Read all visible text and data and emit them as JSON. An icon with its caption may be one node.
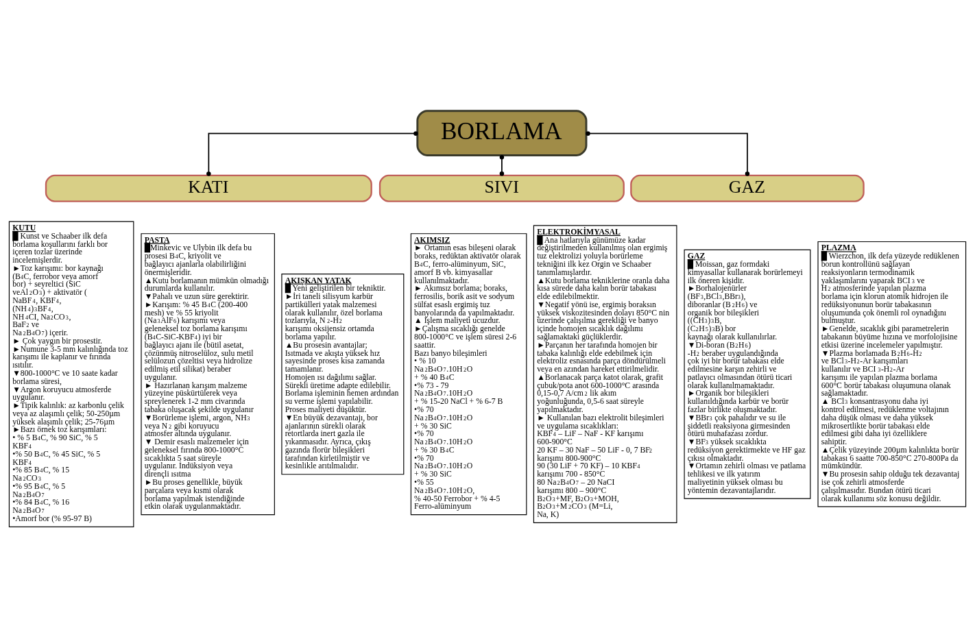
{
  "diagram": {
    "nodes": [
      {
        "text": [
          "BORLAMA"
        ]
      },
      {
        "text": [
          "KATI"
        ]
      },
      {
        "text": [
          "SIVI"
        ]
      },
      {
        "text": [
          "GAZ"
        ]
      },
      {
        "text": [
          "KUTU",
          "█ Kunst ve Schaaber ilk defa borlama koşullarını farklı bor içeren tozlar üzerinde incelemişlerdir.",
          "►Toz karışımı: bor kaynağı (B$_{4}$C, ferrobor veya amorf bor) + seyreltici (SiC veAl$_{2}$O$_{3}$) + aktivatör ( NaBF$_{4}$, KBF$_{4}$, (NH$_{4}$)$_{3}$BF$_{4}$, NH$_{4}$CI, Na$_{2}$CO$_{3}$, BaF$_{2}$ ve Na$_{2}$B$_{4}$O$_{7}$) içerir.",
          "► Çok yaygın bir prosestir.",
          "►Numune 3-5 mm kalınlığında toz karışımı ile kaplanır ve fırında ısıtılır.",
          "▼800-1000°C ve 10 saate kadar borlama süresi,",
          "▼Argon koruyucu atmosferde uygulanır.",
          "►Tipik kalınlık: az karbonlu çelik veya az alaşımlı çelik; 50-250µm yüksek alaşımlı çelik; 25-76µm",
          "►Bazı örnek toz karışımları:",
          "• % 5 B$_{4}$C, % 90 SiC, % 5 KBF$_{4}$",
          "•% 50 B$_{4}$C, % 45 SiC, % 5 KBF$_{4}$",
          "•% 85 B$_{4}$C, % 15 Na$_{2}$CO$_{3}$",
          "•% 95 B$_{4}$C, % 5 Na$_{2}$B$_{4}$O$_{7}$",
          "•% 84 B$_{4}$C, % 16 Na$_{2}$B$_{4}$O$_{7}$",
          "•Amorf bor (% 95-97 B)"
        ]
      },
      {
        "text": [
          "PASTA",
          "█Minkevic ve Ulybin ilk defa bu prosesi B$_{4}$C, kriyolit ve bağlayıcı ajanlarla olabilirliğini önermişleridir.",
          "▲Kutu borlamanın mümkün olmadığı durumlarda kullanılır.",
          "▼Pahalı ve uzun süre gerektirir.",
          "►Karışım: % 45 B$_{4}$C (200-400 mesh) ve % 55 kriyolit (Na$_{3}$AlF$_{6}$) karışımı veya geleneksel toz borlama karışımı (B$_{4}$C-SiC-KBF$_{4}$) iyi bir bağlayıcı ajanı ile (bütil asetat, çözünmüş nitroselüloz, sulu metil selülozun çözeltisi veya hidrolize edilmiş etil silikat) beraber uygulanır.",
          "► Hazırlanan karışım malzeme yüzeyine püskürtülerek veya spreylenerek 1-2 mm civarında tabaka oluşacak şekilde uygulanır",
          "▼Borürleme işlemi, argon, NH$_{3}$ veya N$_{2}$ gibi koruyucu atmosfer altında uygulanır.",
          "▼ Demir esaslı malzemeler için geleneksel fırında 800-1000°C sıcaklıkta 5 saat süreyle uygulanır. İndüksiyon veya dirençli ısıtma",
          "►Bu proses genellikle, büyük parçalara veya kısmi olarak borlama yapılmak istendiğinde etkin olarak uygulanmaktadır."
        ]
      },
      {
        "text": [
          "AKIŞKAN YATAK",
          "█ Yeni geliştirilen bir tekniktir.",
          "►İri taneli silisyum karbür partikülleri yatak malzemesi olarak kullanılır, özel borlama tozlarıyla, N$_{2}$-H$_{2}$ karışımı oksijensiz ortamda borlama yapılır.",
          "▲Bu prosesin avantajlar;",
          "Isıtmada ve akışta yüksek hız sayesinde proses kısa zamanda tamamlanır.",
          "Homojen ısı dağılımı sağlar.",
          "Sürekli üretime adapte edilebilir.",
          "Borlama işleminin hemen ardından su verme işlemi yapılabilir.",
          "Proses maliyeti düşüktür.",
          "▼En büyük dezavantajı, bor ajanlarının sürekli olarak retortlarda inert gazla ile yıkanmasıdır. Ayrıca, çıkış gazında florür bileşikleri tarafından kirletilmiştir ve kesinlikle arıtılmalıdır."
        ]
      },
      {
        "text": [
          "AKIMSIZ",
          "► Ortamın esas bileşeni olarak boraks, redüktan aktivatör olarak B$_{4}$C, ferro-alüminyum, SiC, amorf B vb. kimyasallar kullanılmaktadır.",
          "► Akımsız borlama; boraks, ferrosilis, borik asit ve sodyum sülfat esaslı ergimiş tuz banyolarında da yapılmaktadır.",
          "▲ İşlem maliyeti ucuzdur.",
          "►Çalışma sıcaklığı genelde 800-1000°C ve işlem süresi 2-6 saattir.",
          "Bazı banyo bileşimleri",
          "• % 10 Na$_{2}$B$_{4}$O$_{7}$.10H$_{2}$O + % 40 B$_{4}$C",
          "•% 73 - 79 Na$_{2}$B$_{4}$O$_{7}$.10H$_{2}$O + % 15-20 NaCl + % 6-7 B",
          "•% 70 Na$_{2}$B$_{4}$O$_{7}$.10H$_{2}$O + % 30 SiC",
          "•% 70 Na$_{2}$B$_{4}$O$_{7}$.10H$_{2}$O + % 30 B$_{4}$C",
          "•% 70 Na$_{2}$B$_{4}$O$_{7}$.10H$_{2}$O + % 30 SiC",
          "•% 55 Na$_{2}$B$_{4}$O$_{7}$.10H$_{2}$O, % 40-50 Ferrobor + % 4-5 Ferro-alüminyum"
        ]
      },
      {
        "text": [
          "ELEKTROKİMYASAL",
          "█ Ana hatlarıyla günümüze kadar değiştirilmeden kullanılmış olan ergimiş tuz elektrolizi yoluyla borürleme tekniğini ilk kez Orgin ve Schaaber tanımlamışlardır.",
          "▲Kutu borlama tekniklerine oranla daha kısa sürede daha kalın borür tabakası elde edilebilmektir.",
          "▼Negatif yönü ise, ergimiş boraksın yüksek viskozitesinden dolayı 850°C nin üzerinde çalışılma gerekliği ve banyo içinde homojen sıcaklık dağılımı sağlamaktaki güçlüklerdir.",
          "►Parçanın her tarafında homojen bir tabaka kalınlığı elde edebilmek için elektroliz esnasında parça döndürülmeli veya en azından hareket ettirilmelidir.",
          "▲Borlanacak parça katot olarak, grafit çubuk/pota anot 600-1000°C arasında 0,15-0,7 A/cm$^{2}$ lik akım yoğunluğunda, 0,5-6 saat süreyle yapılmaktadır.",
          "► Kullanılan bazı elektrolit bileşimleri ve uygulama sıcaklıkları:",
          "KBF$_{4}$ – LiF – NaF - KF karışımı 600-900°C",
          "20 KF – 30 NaF – 50 LiF - 0, 7 BF$_{2}$ karışımı 800-900°C",
          "90 (30 LiF + 70 KF) – 10 KBF$_{4}$ karışımı 700 - 850°C",
          "80 Na$_{2}$B$_{4}$O$_{7}$ – 20 NaCI karışımı 800 – 900°C",
          "B$_{2}$O$_{3}$+MF, B$_{2}$O$_{3}$+MOH, B$_{2}$O$_{3}$+M$_{2}$CO$_{3}$ (M=Li, Na, K)"
        ]
      },
      {
        "text": [
          "GAZ",
          "█ Moissan, gaz formdaki kimyasallar kullanarak borürlemeyi ilk öneren kişidir.",
          "►Borhalojenürler (BF$_{3}$,BCl$_{3}$,BBr$_{3}$), diboranlar (B$_{2}$H$_{6}$) ve organik bor bileşikleri ((CH$_{3}$)$_{3}$B, (C$_{2}$H$_{5}$)$_{3}$B) bor kaynağı olarak kullanılırlar.",
          "▼Di-boran (B$_{2}$H$_{6}$) -H$_{2}$ beraber uygulandığında çok iyi bir borür tabakası elde edilmesine karşın zehirli ve patlayıcı olmasından ötürü ticari olarak kullanılmamaktadır.",
          "►Organik bor bileşikleri kullanıldığında karbür ve borür fazlar birlikte oluşmaktadır.",
          "▼BBr$_{3}$ çok pahalıdır ve su ile şiddetli reaksiyona girmesinden ötürü muhafazası zordur.",
          "▼BF$_{3}$ yüksek sıcaklıkta redüksiyon gerektirmekte ve HF gaz çıkısı olmaktadır.",
          "▼Ortamın zehirli olması ve patlama tehlikesi ve ilk yatırım maliyetinin yüksek olması bu yöntemin dezavantajlarıdır."
        ]
      },
      {
        "text": [
          "PLAZMA",
          "█ Wierzchon, ilk defa yüzeyde redüklenen borun kontrollünü sağlayan reaksiyonların termodinamik yaklaşımlarını yaparak BCI$_{3}$ ve H$_{2}$ atmosferinde yapılan plazma borlama için klorun atomik hidrojen ile redüksiyonunun borür tabakasının oluşumunda çok önemli rol oynadığını bulmuştur.",
          "►Genelde, sıcaklık gibi parametrelerin tabakanın büyüme hızına ve morfolojisine etkisi üzerine incelemeler yapılmıştır.",
          "▼Plazma borlamada B$_{2}$H$_{6}$-H$_{2}$ ve BCl$_{3}$-H$_{2}$-Ar karışımları kullanılır ve BCI$_{3}$-H$_{2}$-Ar karışımı ile yapılan plazma borlama 600°C borür tabakası oluşumuna olanak sağlamaktadır.",
          "▲ BCl$_{3}$ konsantrasyonu daha iyi kontrol edilmesi, redüklenme voltajının daha düşük olması ve daha yüksek mikrosertlikte borür tabakası elde edilmesi gibi daha iyi özelliklere sahiptir.",
          "▲Çelik yüzeyinde 200µm kalınlıkta borür tabakası 6 saatte 700-850°C 270-800Pa da mümkündür.",
          "▼Bu prosesin sahip olduğu tek dezavantaj ise çok zehirli atmosferde çalışılmasıdır. Bundan ötürü ticari olarak kullanımı söz konusu değildir."
        ]
      }
    ],
    "edges": [
      {
        "from": 0,
        "to": 1,
        "arrow": "other"
      },
      {
        "from": 0,
        "to": 2,
        "arrow": "other"
      },
      {
        "from": 0,
        "to": 3,
        "arrow": "other"
      }
    ]
  }
}
